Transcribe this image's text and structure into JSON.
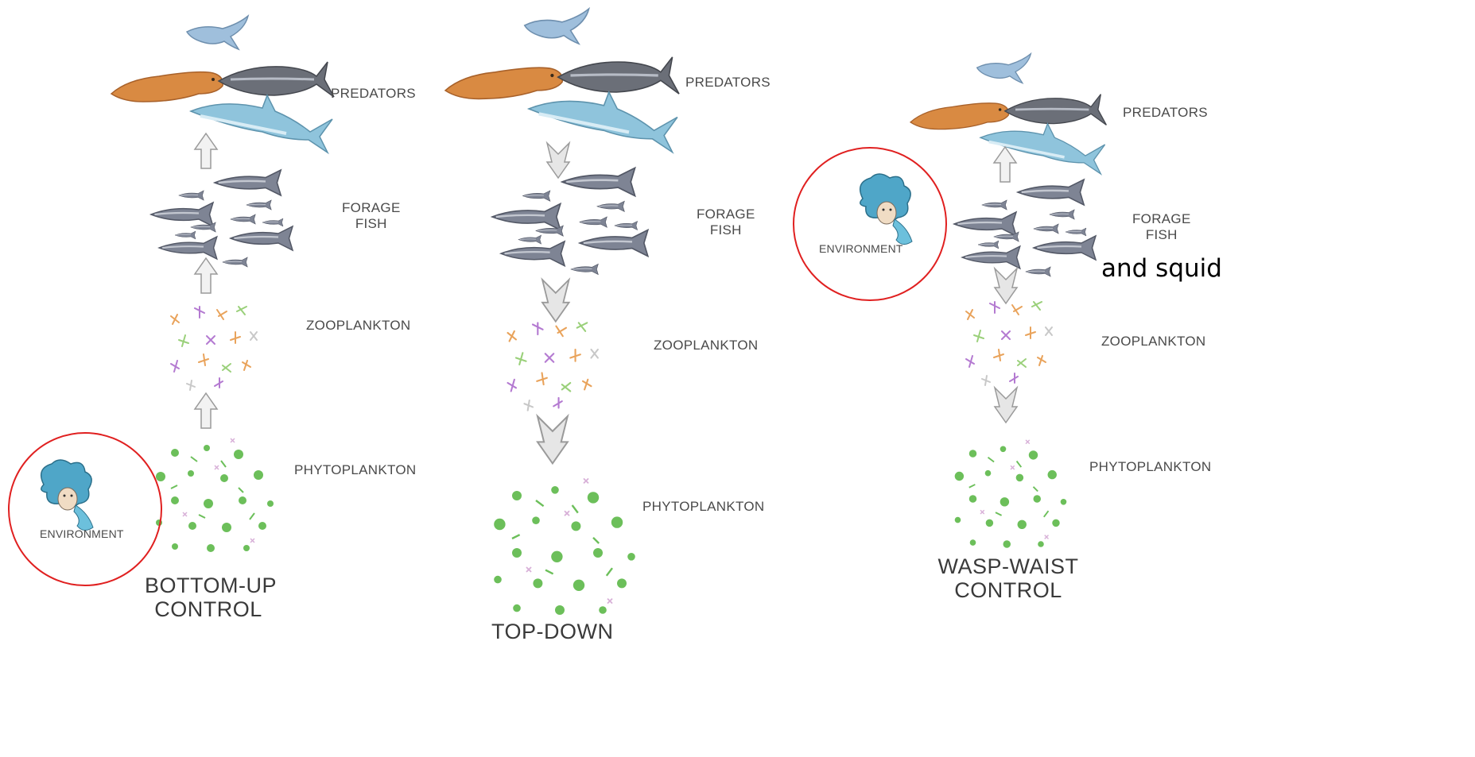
{
  "panels": [
    {
      "id": "bottom-up",
      "title_line1": "BOTTOM-UP",
      "title_line2": "CONTROL",
      "predators": "PREDATORS",
      "forage_line1": "FORAGE",
      "forage_line2": "FISH",
      "zooplankton": "ZOOPLANKTON",
      "phytoplankton": "PHYTOPLANKTON",
      "environment": "ENVIRONMENT"
    },
    {
      "id": "top-down",
      "title_line1": "TOP-DOWN",
      "predators": "PREDATORS",
      "forage_line1": "FORAGE",
      "forage_line2": "FISH",
      "zooplankton": "ZOOPLANKTON",
      "phytoplankton": "PHYTOPLANKTON"
    },
    {
      "id": "wasp-waist",
      "title_line1": "WASP-WAIST",
      "title_line2": "CONTROL",
      "predators": "PREDATORS",
      "forage_line1": "FORAGE",
      "forage_line2": "FISH",
      "zooplankton": "ZOOPLANKTON",
      "phytoplankton": "PHYTOPLANKTON",
      "environment": "ENVIRONMENT",
      "annotation": "and squid"
    }
  ],
  "colors": {
    "highlight_circle": "#e02020",
    "label_text": "#4a4a4a",
    "arrow_fill": "#e6e6e6",
    "arrow_stroke": "#9a9a9a",
    "phytoplankton_green": "#6cbf5a",
    "seal_orange": "#d98a42",
    "shark_blue": "#8fc4dc",
    "tuna_gray": "#6b6f78",
    "forage_gray": "#7e8494"
  }
}
